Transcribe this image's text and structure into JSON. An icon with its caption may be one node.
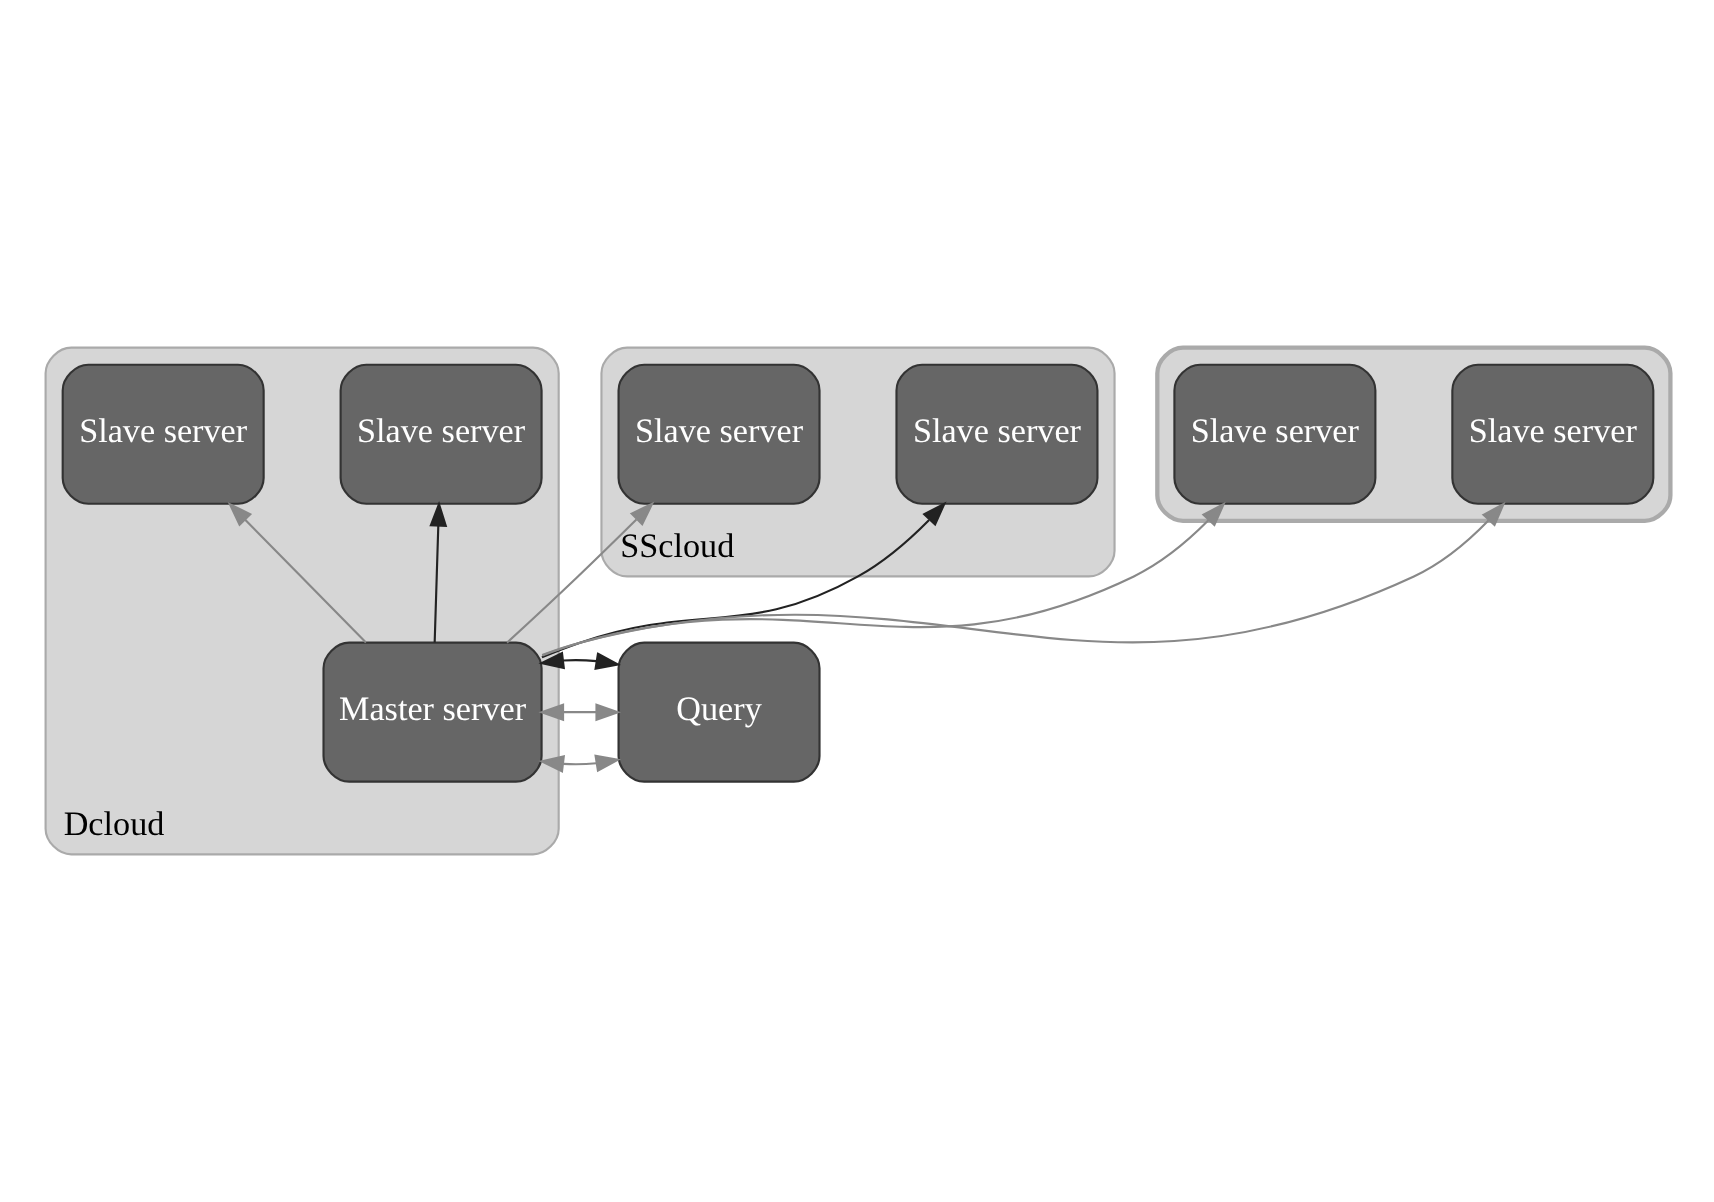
{
  "diagram": {
    "nodes": [
      {
        "text": [
          "SScloud"
        ]
      },
      {
        "text": [
          "Slave server"
        ],
        "in": 0
      },
      {
        "text": [
          "Slave server"
        ],
        "in": 0
      },
      {
        "text": [],
        "shape": "cloud"
      },
      {
        "text": [
          "Slave server"
        ],
        "in": 3
      },
      {
        "text": [
          "Slave server"
        ],
        "in": 3
      },
      {
        "text": [
          "Dcloud"
        ]
      },
      {
        "text": [
          "Slave server"
        ],
        "in": 6
      },
      {
        "text": [
          "Slave server"
        ],
        "in": 6
      },
      {
        "text": [
          "Master server"
        ],
        "in": 6
      },
      {
        "text": [
          "Query"
        ]
      }
    ],
    "edges": [
      {
        "from": 9,
        "to": 1,
        "arrow": "to",
        "color": "#222222"
      },
      {
        "from": 9,
        "to": 2,
        "arrow": "to"
      },
      {
        "from": 9,
        "to": 4,
        "arrow": "to"
      },
      {
        "from": 9,
        "to": 5,
        "arrow": "to"
      },
      {
        "from": 9,
        "to": 7,
        "arrow": "to"
      },
      {
        "from": 9,
        "to": 8,
        "arrow": "to",
        "color": "#222222"
      },
      {
        "from": 10,
        "to": 9,
        "arrow": "both",
        "color": "#222222"
      },
      {
        "from": 10,
        "to": 9,
        "arrow": "both"
      },
      {
        "from": 10,
        "to": 9,
        "arrow": "both"
      }
    ]
  }
}
